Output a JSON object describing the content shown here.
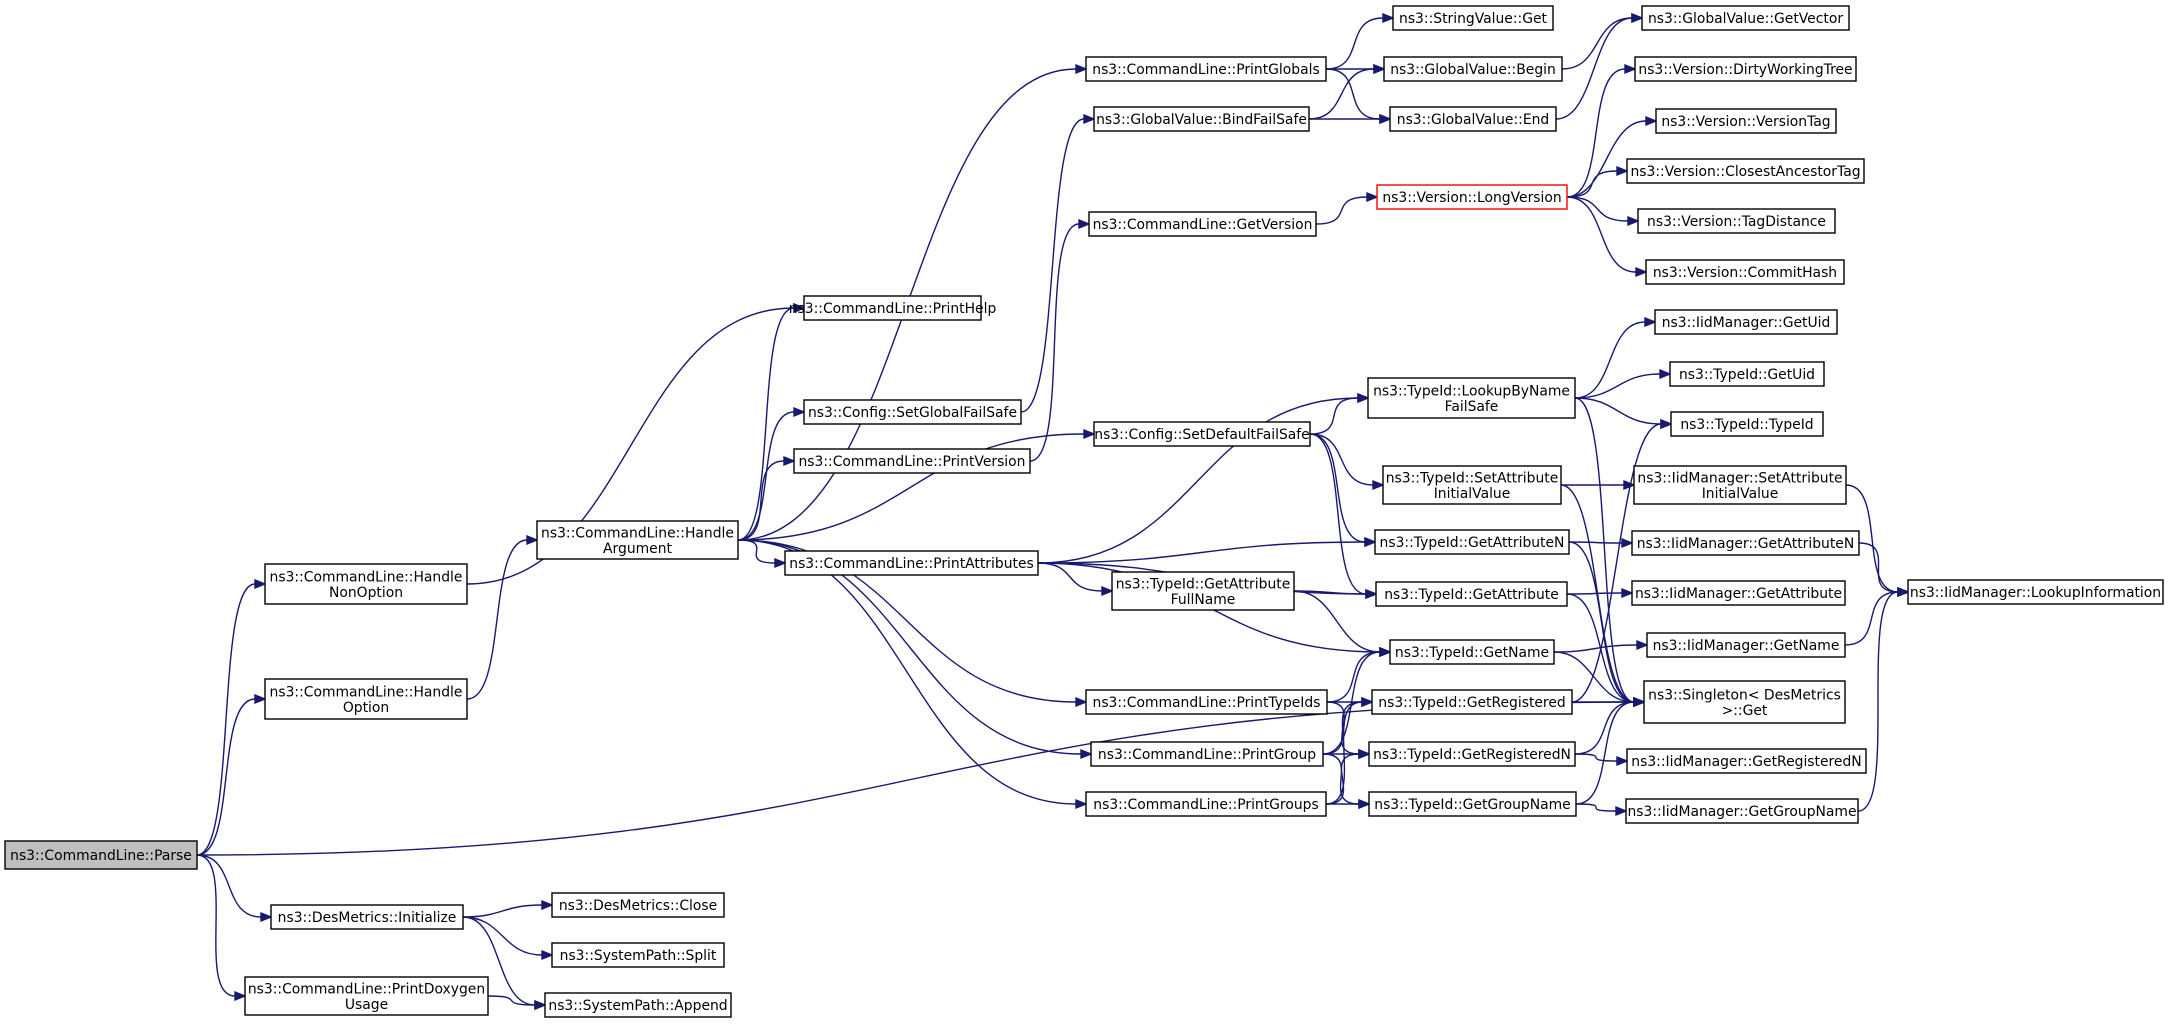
{
  "title": "",
  "colors": {
    "edge": "#191970",
    "root_fill": "#bfbfbf",
    "highlight_border": "#ff0000",
    "node_border": "#000000"
  },
  "nodes": [
    {
      "id": "parse",
      "lines": [
        "ns3::CommandLine::Parse"
      ]
    },
    {
      "id": "handle-nonoption",
      "lines": [
        "ns3::CommandLine::Handle",
        "NonOption"
      ]
    },
    {
      "id": "handle-option",
      "lines": [
        "ns3::CommandLine::Handle",
        "Option"
      ]
    },
    {
      "id": "desmetrics-initialize",
      "lines": [
        "ns3::DesMetrics::Initialize"
      ]
    },
    {
      "id": "print-doxygen-usage",
      "lines": [
        "ns3::CommandLine::PrintDoxygen",
        "Usage"
      ]
    },
    {
      "id": "desmetrics-close",
      "lines": [
        "ns3::DesMetrics::Close"
      ]
    },
    {
      "id": "systempath-split",
      "lines": [
        "ns3::SystemPath::Split"
      ]
    },
    {
      "id": "systempath-append",
      "lines": [
        "ns3::SystemPath::Append"
      ]
    },
    {
      "id": "handle-argument",
      "lines": [
        "ns3::CommandLine::Handle",
        "Argument"
      ]
    },
    {
      "id": "print-help",
      "lines": [
        "ns3::CommandLine::PrintHelp"
      ]
    },
    {
      "id": "config-setglobalfailsafe",
      "lines": [
        "ns3::Config::SetGlobalFailSafe"
      ]
    },
    {
      "id": "print-version",
      "lines": [
        "ns3::CommandLine::PrintVersion"
      ]
    },
    {
      "id": "print-attributes",
      "lines": [
        "ns3::CommandLine::PrintAttributes"
      ]
    },
    {
      "id": "print-globals",
      "lines": [
        "ns3::CommandLine::PrintGlobals"
      ]
    },
    {
      "id": "globalvalue-bindfailsafe",
      "lines": [
        "ns3::GlobalValue::BindFailSafe"
      ]
    },
    {
      "id": "get-version",
      "lines": [
        "ns3::CommandLine::GetVersion"
      ]
    },
    {
      "id": "config-setdefaultfailsafe",
      "lines": [
        "ns3::Config::SetDefaultFailSafe"
      ]
    },
    {
      "id": "typeid-getattributefullname",
      "lines": [
        "ns3::TypeId::GetAttribute",
        "FullName"
      ]
    },
    {
      "id": "print-typeids",
      "lines": [
        "ns3::CommandLine::PrintTypeIds"
      ]
    },
    {
      "id": "print-group",
      "lines": [
        "ns3::CommandLine::PrintGroup"
      ]
    },
    {
      "id": "print-groups",
      "lines": [
        "ns3::CommandLine::PrintGroups"
      ]
    },
    {
      "id": "stringvalue-get",
      "lines": [
        "ns3::StringValue::Get"
      ]
    },
    {
      "id": "globalvalue-begin",
      "lines": [
        "ns3::GlobalValue::Begin"
      ]
    },
    {
      "id": "globalvalue-end",
      "lines": [
        "ns3::GlobalValue::End"
      ]
    },
    {
      "id": "version-longversion",
      "lines": [
        "ns3::Version::LongVersion"
      ]
    },
    {
      "id": "typeid-lookupbynamefailsafe",
      "lines": [
        "ns3::TypeId::LookupByName",
        "FailSafe"
      ]
    },
    {
      "id": "typeid-setattributeinitialvalue",
      "lines": [
        "ns3::TypeId::SetAttribute",
        "InitialValue"
      ]
    },
    {
      "id": "typeid-getattributen",
      "lines": [
        "ns3::TypeId::GetAttributeN"
      ]
    },
    {
      "id": "typeid-getattribute",
      "lines": [
        "ns3::TypeId::GetAttribute"
      ]
    },
    {
      "id": "typeid-getname",
      "lines": [
        "ns3::TypeId::GetName"
      ]
    },
    {
      "id": "typeid-getregistered",
      "lines": [
        "ns3::TypeId::GetRegistered"
      ]
    },
    {
      "id": "typeid-getregisteredn",
      "lines": [
        "ns3::TypeId::GetRegisteredN"
      ]
    },
    {
      "id": "typeid-getgroupname",
      "lines": [
        "ns3::TypeId::GetGroupName"
      ]
    },
    {
      "id": "globalvalue-getvector",
      "lines": [
        "ns3::GlobalValue::GetVector"
      ]
    },
    {
      "id": "version-dirtyworkingtree",
      "lines": [
        "ns3::Version::DirtyWorkingTree"
      ]
    },
    {
      "id": "version-versiontag",
      "lines": [
        "ns3::Version::VersionTag"
      ]
    },
    {
      "id": "version-closestancestortag",
      "lines": [
        "ns3::Version::ClosestAncestorTag"
      ]
    },
    {
      "id": "version-tagdistance",
      "lines": [
        "ns3::Version::TagDistance"
      ]
    },
    {
      "id": "version-commithash",
      "lines": [
        "ns3::Version::CommitHash"
      ]
    },
    {
      "id": "iidmanager-getuid",
      "lines": [
        "ns3::IidManager::GetUid"
      ]
    },
    {
      "id": "typeid-getuid",
      "lines": [
        "ns3::TypeId::GetUid"
      ]
    },
    {
      "id": "typeid-typeid",
      "lines": [
        "ns3::TypeId::TypeId"
      ]
    },
    {
      "id": "iidmanager-setattributeinitialvalue",
      "lines": [
        "ns3::IidManager::SetAttribute",
        "InitialValue"
      ]
    },
    {
      "id": "iidmanager-getattributen",
      "lines": [
        "ns3::IidManager::GetAttributeN"
      ]
    },
    {
      "id": "iidmanager-getattribute",
      "lines": [
        "ns3::IidManager::GetAttribute"
      ]
    },
    {
      "id": "iidmanager-getname",
      "lines": [
        "ns3::IidManager::GetName"
      ]
    },
    {
      "id": "singleton-desmetrics-get",
      "lines": [
        "ns3::Singleton< DesMetrics",
        ">::Get"
      ]
    },
    {
      "id": "iidmanager-getregisteredn",
      "lines": [
        "ns3::IidManager::GetRegisteredN"
      ]
    },
    {
      "id": "iidmanager-getgroupname",
      "lines": [
        "ns3::IidManager::GetGroupName"
      ]
    },
    {
      "id": "iidmanager-lookupinformation",
      "lines": [
        "ns3::IidManager::LookupInformation"
      ]
    }
  ],
  "edges": [
    {
      "from": "parse",
      "to": "handle-nonoption"
    },
    {
      "from": "parse",
      "to": "handle-option"
    },
    {
      "from": "parse",
      "to": "singleton-desmetrics-get"
    },
    {
      "from": "parse",
      "to": "desmetrics-initialize"
    },
    {
      "from": "parse",
      "to": "print-doxygen-usage"
    },
    {
      "from": "handle-nonoption",
      "to": "print-help"
    },
    {
      "from": "handle-option",
      "to": "handle-argument"
    },
    {
      "from": "desmetrics-initialize",
      "to": "desmetrics-close"
    },
    {
      "from": "desmetrics-initialize",
      "to": "systempath-split"
    },
    {
      "from": "desmetrics-initialize",
      "to": "systempath-append"
    },
    {
      "from": "print-doxygen-usage",
      "to": "systempath-append"
    },
    {
      "from": "handle-argument",
      "to": "print-help"
    },
    {
      "from": "handle-argument",
      "to": "print-globals"
    },
    {
      "from": "handle-argument",
      "to": "config-setglobalfailsafe"
    },
    {
      "from": "handle-argument",
      "to": "print-version"
    },
    {
      "from": "handle-argument",
      "to": "config-setdefaultfailsafe"
    },
    {
      "from": "handle-argument",
      "to": "print-attributes"
    },
    {
      "from": "handle-argument",
      "to": "print-typeids"
    },
    {
      "from": "handle-argument",
      "to": "print-group"
    },
    {
      "from": "handle-argument",
      "to": "print-groups"
    },
    {
      "from": "config-setglobalfailsafe",
      "to": "globalvalue-bindfailsafe"
    },
    {
      "from": "print-version",
      "to": "get-version"
    },
    {
      "from": "print-globals",
      "to": "stringvalue-get"
    },
    {
      "from": "print-globals",
      "to": "globalvalue-begin"
    },
    {
      "from": "print-globals",
      "to": "globalvalue-end"
    },
    {
      "from": "globalvalue-bindfailsafe",
      "to": "globalvalue-begin"
    },
    {
      "from": "globalvalue-bindfailsafe",
      "to": "globalvalue-end"
    },
    {
      "from": "globalvalue-begin",
      "to": "globalvalue-getvector"
    },
    {
      "from": "globalvalue-end",
      "to": "globalvalue-getvector"
    },
    {
      "from": "get-version",
      "to": "version-longversion"
    },
    {
      "from": "version-longversion",
      "to": "version-dirtyworkingtree"
    },
    {
      "from": "version-longversion",
      "to": "version-versiontag"
    },
    {
      "from": "version-longversion",
      "to": "version-closestancestortag"
    },
    {
      "from": "version-longversion",
      "to": "version-tagdistance"
    },
    {
      "from": "version-longversion",
      "to": "version-commithash"
    },
    {
      "from": "print-attributes",
      "to": "typeid-lookupbynamefailsafe"
    },
    {
      "from": "print-attributes",
      "to": "typeid-getattributen"
    },
    {
      "from": "print-attributes",
      "to": "typeid-getattribute"
    },
    {
      "from": "print-attributes",
      "to": "typeid-getattributefullname"
    },
    {
      "from": "print-attributes",
      "to": "typeid-getname"
    },
    {
      "from": "config-setdefaultfailsafe",
      "to": "typeid-lookupbynamefailsafe"
    },
    {
      "from": "config-setdefaultfailsafe",
      "to": "typeid-setattributeinitialvalue"
    },
    {
      "from": "config-setdefaultfailsafe",
      "to": "typeid-getattributen"
    },
    {
      "from": "config-setdefaultfailsafe",
      "to": "typeid-getattribute"
    },
    {
      "from": "typeid-getattributefullname",
      "to": "typeid-getattribute"
    },
    {
      "from": "typeid-getattributefullname",
      "to": "typeid-getname"
    },
    {
      "from": "print-typeids",
      "to": "typeid-getname"
    },
    {
      "from": "print-typeids",
      "to": "typeid-getregistered"
    },
    {
      "from": "print-typeids",
      "to": "typeid-getregisteredn"
    },
    {
      "from": "print-group",
      "to": "typeid-getname"
    },
    {
      "from": "print-group",
      "to": "typeid-getregistered"
    },
    {
      "from": "print-group",
      "to": "typeid-getregisteredn"
    },
    {
      "from": "print-group",
      "to": "typeid-getgroupname"
    },
    {
      "from": "print-groups",
      "to": "typeid-getregistered"
    },
    {
      "from": "print-groups",
      "to": "typeid-getregisteredn"
    },
    {
      "from": "print-groups",
      "to": "typeid-getgroupname"
    },
    {
      "from": "typeid-lookupbynamefailsafe",
      "to": "iidmanager-getuid"
    },
    {
      "from": "typeid-lookupbynamefailsafe",
      "to": "typeid-getuid"
    },
    {
      "from": "typeid-lookupbynamefailsafe",
      "to": "typeid-typeid"
    },
    {
      "from": "typeid-lookupbynamefailsafe",
      "to": "singleton-desmetrics-get"
    },
    {
      "from": "typeid-setattributeinitialvalue",
      "to": "iidmanager-setattributeinitialvalue"
    },
    {
      "from": "typeid-setattributeinitialvalue",
      "to": "singleton-desmetrics-get"
    },
    {
      "from": "typeid-getattributen",
      "to": "iidmanager-getattributen"
    },
    {
      "from": "typeid-getattributen",
      "to": "singleton-desmetrics-get"
    },
    {
      "from": "typeid-getattribute",
      "to": "iidmanager-getattribute"
    },
    {
      "from": "typeid-getattribute",
      "to": "singleton-desmetrics-get"
    },
    {
      "from": "typeid-getname",
      "to": "iidmanager-getname"
    },
    {
      "from": "typeid-getname",
      "to": "singleton-desmetrics-get"
    },
    {
      "from": "typeid-getregistered",
      "to": "typeid-typeid"
    },
    {
      "from": "typeid-getregistered",
      "to": "singleton-desmetrics-get"
    },
    {
      "from": "typeid-getregisteredn",
      "to": "iidmanager-getregisteredn"
    },
    {
      "from": "typeid-getregisteredn",
      "to": "singleton-desmetrics-get"
    },
    {
      "from": "typeid-getgroupname",
      "to": "iidmanager-getgroupname"
    },
    {
      "from": "typeid-getgroupname",
      "to": "singleton-desmetrics-get"
    },
    {
      "from": "iidmanager-setattributeinitialvalue",
      "to": "iidmanager-lookupinformation"
    },
    {
      "from": "iidmanager-getattributen",
      "to": "iidmanager-lookupinformation"
    },
    {
      "from": "iidmanager-getname",
      "to": "iidmanager-lookupinformation"
    },
    {
      "from": "iidmanager-getgroupname",
      "to": "iidmanager-lookupinformation"
    }
  ]
}
